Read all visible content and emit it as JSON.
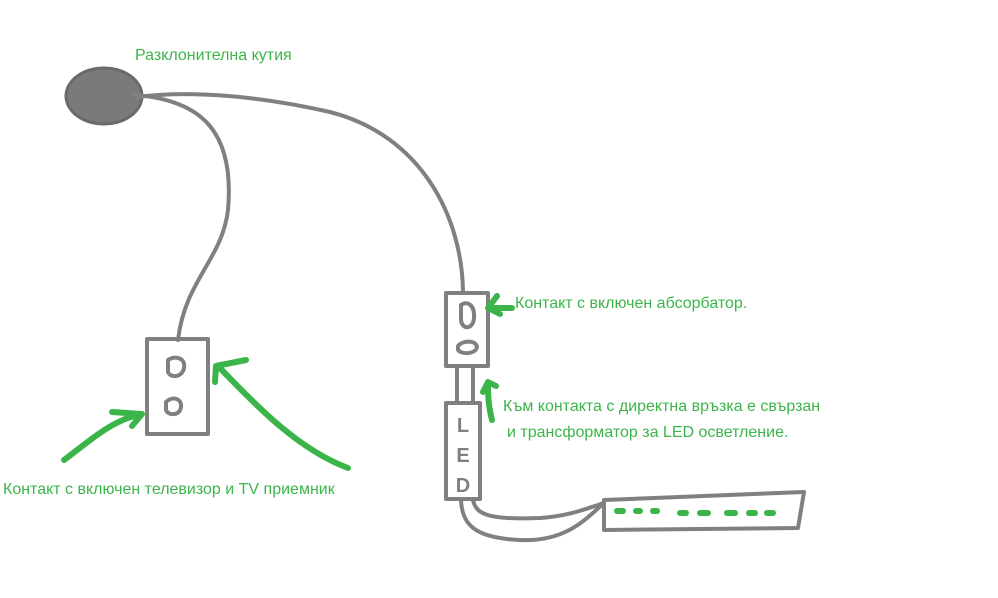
{
  "labels": {
    "junction_box": "Разклонителна кутия",
    "absorber_socket": "Контакт с включен абсорбатор.",
    "led_line1": "Към контакта с директна връзка е свързан",
    "led_line2": "и трансформатор за LED осветление.",
    "tv_socket": "Контакт с включен  телевизор и TV приемник"
  },
  "led_box": [
    "L",
    "E",
    "D"
  ],
  "colors": {
    "wire": "#808080",
    "label": "#3bb54a",
    "junction_fill": "#7a7a7a"
  }
}
